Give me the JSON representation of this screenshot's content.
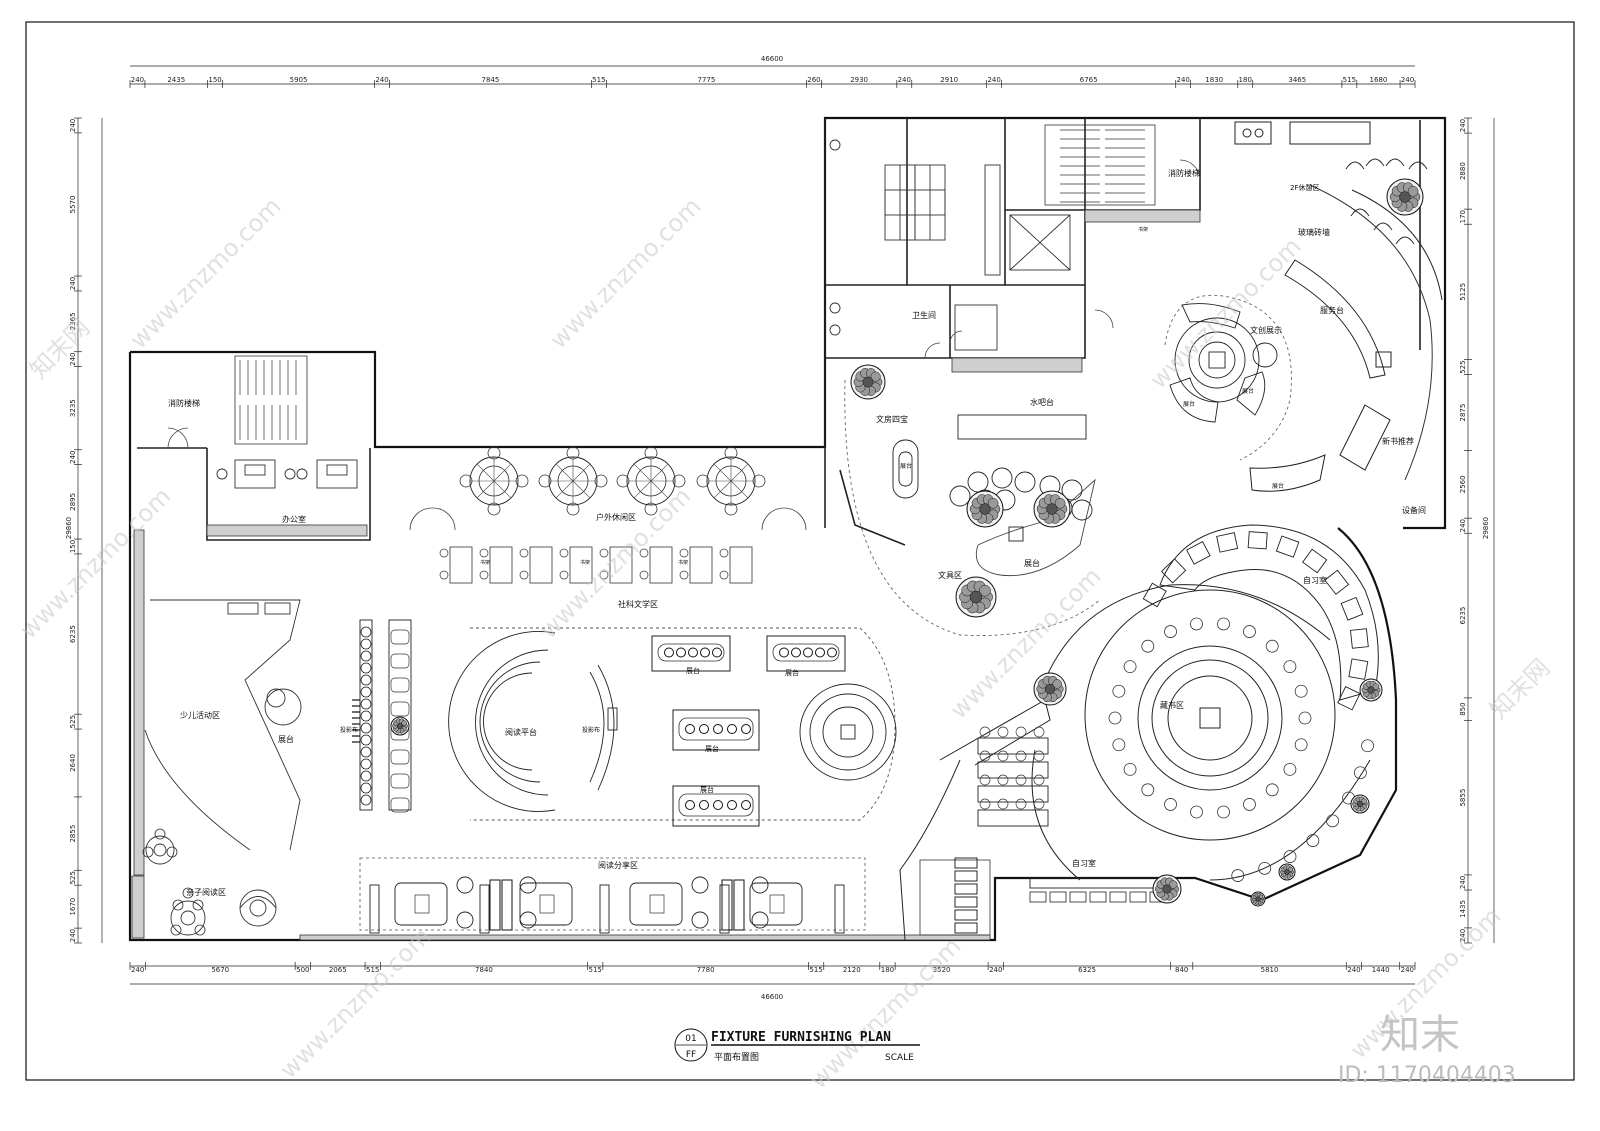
{
  "drawing": {
    "title_en": "FIXTURE FURNISHING PLAN",
    "title_cn": "平面布置图",
    "scale_label": "SCALE",
    "sheet_no_top": "01",
    "sheet_no_bottom": "FF"
  },
  "dimensions": {
    "overall_width": "46600",
    "overall_height": "29860",
    "top_chain": [
      "240",
      "2435",
      "150",
      "5905",
      "240",
      "7845",
      "515",
      "7775",
      "260",
      "2930",
      "240",
      "2910",
      "240",
      "6765",
      "240",
      "1830",
      "180",
      "3465",
      "515",
      "1680",
      "240"
    ],
    "bottom_chain": [
      "240",
      "5670",
      "500",
      "2065",
      "515",
      "7840",
      "515",
      "7780",
      "515",
      "2120",
      "180",
      "3520",
      "240",
      "6325",
      "840",
      "5810",
      "240",
      "1440",
      "240"
    ],
    "left_chain": [
      "240",
      "5570",
      "240",
      "2365",
      "240",
      "3235",
      "240",
      "2895",
      "150",
      "6235",
      "525",
      "2640",
      "2855",
      "525",
      "1670",
      "240"
    ],
    "right_chain": [
      "240",
      "2880",
      "170",
      "5125",
      "525",
      "2875",
      "2560",
      "240",
      "6235",
      "850",
      "5855",
      "240",
      "1435",
      "240"
    ]
  },
  "rooms": {
    "fire_stair_left": "消防楼梯",
    "office": "办公室",
    "outdoor_lounge": "户外休闲区",
    "social_lit": "社科文学区",
    "kids_activity": "少儿活动区",
    "display_stand": "展台",
    "parent_child_reading": "亲子阅读区",
    "reading_platform": "阅读平台",
    "projection_cloth": "投影布",
    "reading_share": "阅读分享区",
    "restroom": "卫生间",
    "fire_stair_right": "消防楼梯",
    "water_bar": "水吧台",
    "stationery_four": "文房四宝",
    "stationery": "文具区",
    "creative_display": "文创展示",
    "service_desk": "服务台",
    "new_books": "新书推荐",
    "glass_wall": "玻璃砖墙",
    "rest_area_2f": "2F休憩区",
    "equipment": "设备间",
    "study_room": "自习室",
    "collection": "藏书区",
    "study_room_2": "自习室",
    "bookshelf": "书架"
  },
  "watermark": {
    "site": "www.znzmo.com",
    "brand": "知末网",
    "logo": "知末",
    "id": "ID: 1170404403"
  }
}
